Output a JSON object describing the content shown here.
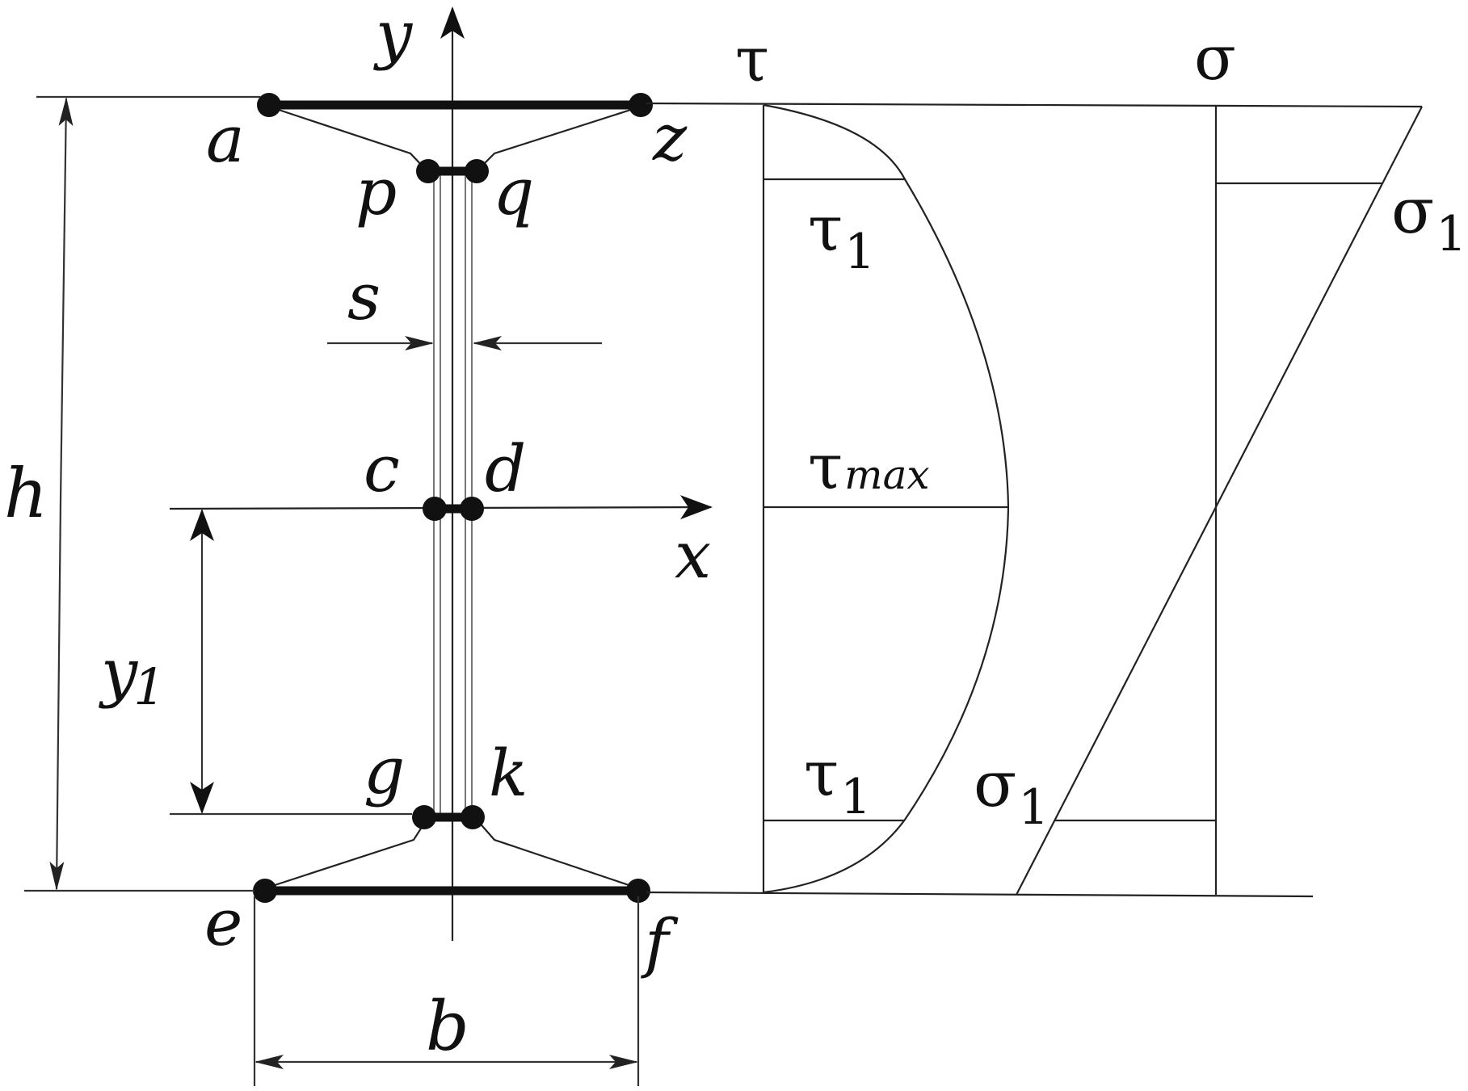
{
  "labels": {
    "axis_y": "y",
    "axis_x": "x",
    "a": "a",
    "z": "z",
    "p": "p",
    "q": "q",
    "s": "s",
    "c": "c",
    "d": "d",
    "h": "h",
    "y1_main": "y",
    "y1_sub": "1",
    "g": "g",
    "k": "k",
    "e": "e",
    "f": "f",
    "b": "b"
  },
  "tau_diagram": {
    "title": "τ",
    "tau1_top_main": "τ",
    "tau1_top_sub": "1",
    "tau_max_main": "τ",
    "tau_max_sub": "max",
    "tau1_bottom_main": "τ",
    "tau1_bottom_sub": "1"
  },
  "sigma_diagram": {
    "title": "σ",
    "sigma1_top_main": "σ",
    "sigma1_top_sub": "1",
    "sigma1_bottom_main": "σ",
    "sigma1_bottom_sub": "1"
  }
}
